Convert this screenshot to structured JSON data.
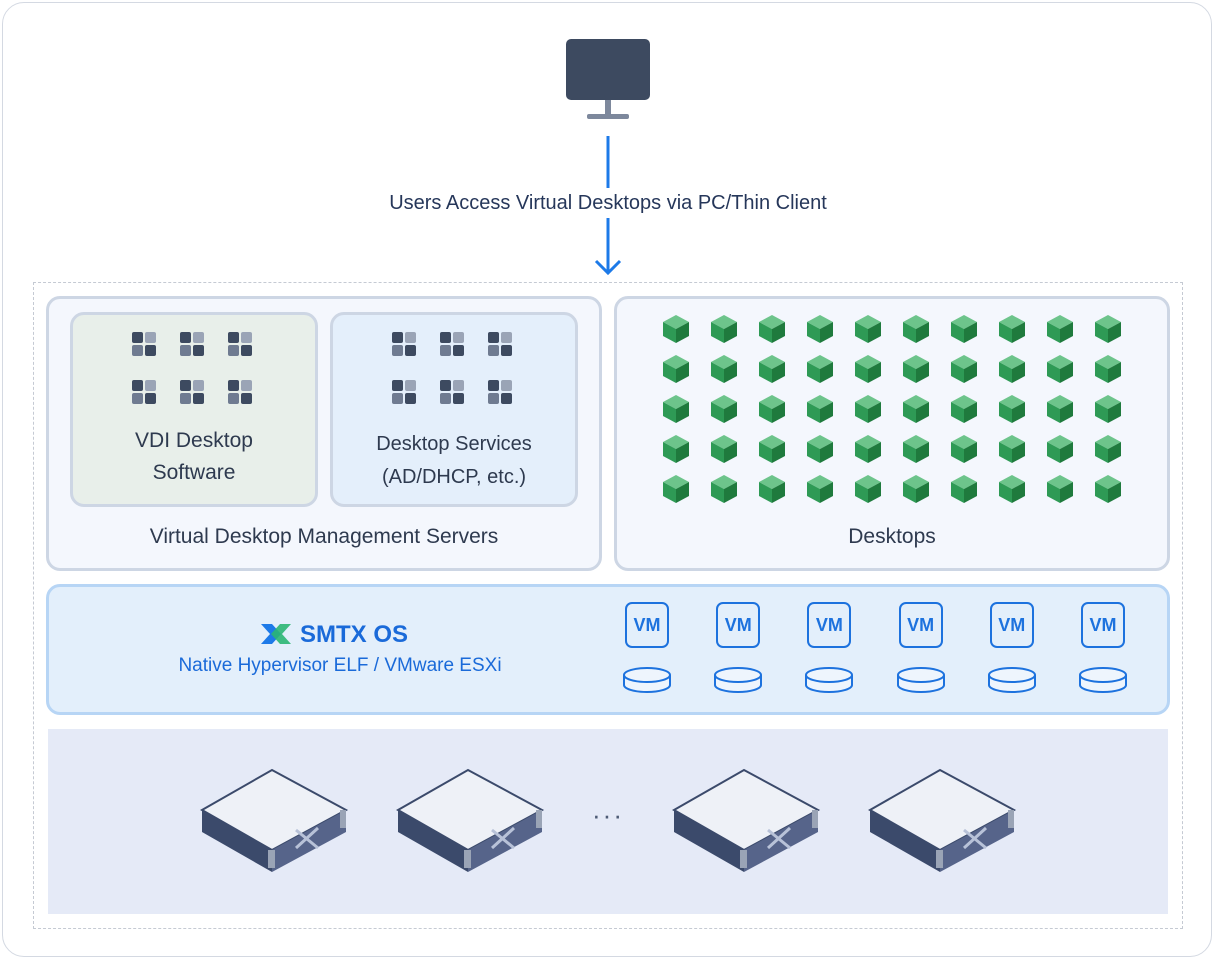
{
  "client": {
    "access_label": "Users Access Virtual Desktops via PC/Thin Client"
  },
  "management": {
    "title": "Virtual Desktop Management Servers",
    "vdi_line1": "VDI Desktop",
    "vdi_line2": "Software",
    "services_line1": "Desktop Services",
    "services_line2": "(AD/DHCP, etc.)"
  },
  "desktops": {
    "title": "Desktops"
  },
  "hypervisor": {
    "name": "SMTX OS",
    "subtitle": "Native Hypervisor ELF / VMware ESXi",
    "vm_labels": [
      "VM",
      "VM",
      "VM",
      "VM",
      "VM",
      "VM"
    ]
  },
  "hardware": {
    "ellipsis": "···"
  },
  "colors": {
    "accent_blue": "#1a6ad9",
    "cube_green_light": "#6dc48b",
    "cube_green_dark": "#1f7a3d",
    "server_dark": "#3b4a6b"
  }
}
